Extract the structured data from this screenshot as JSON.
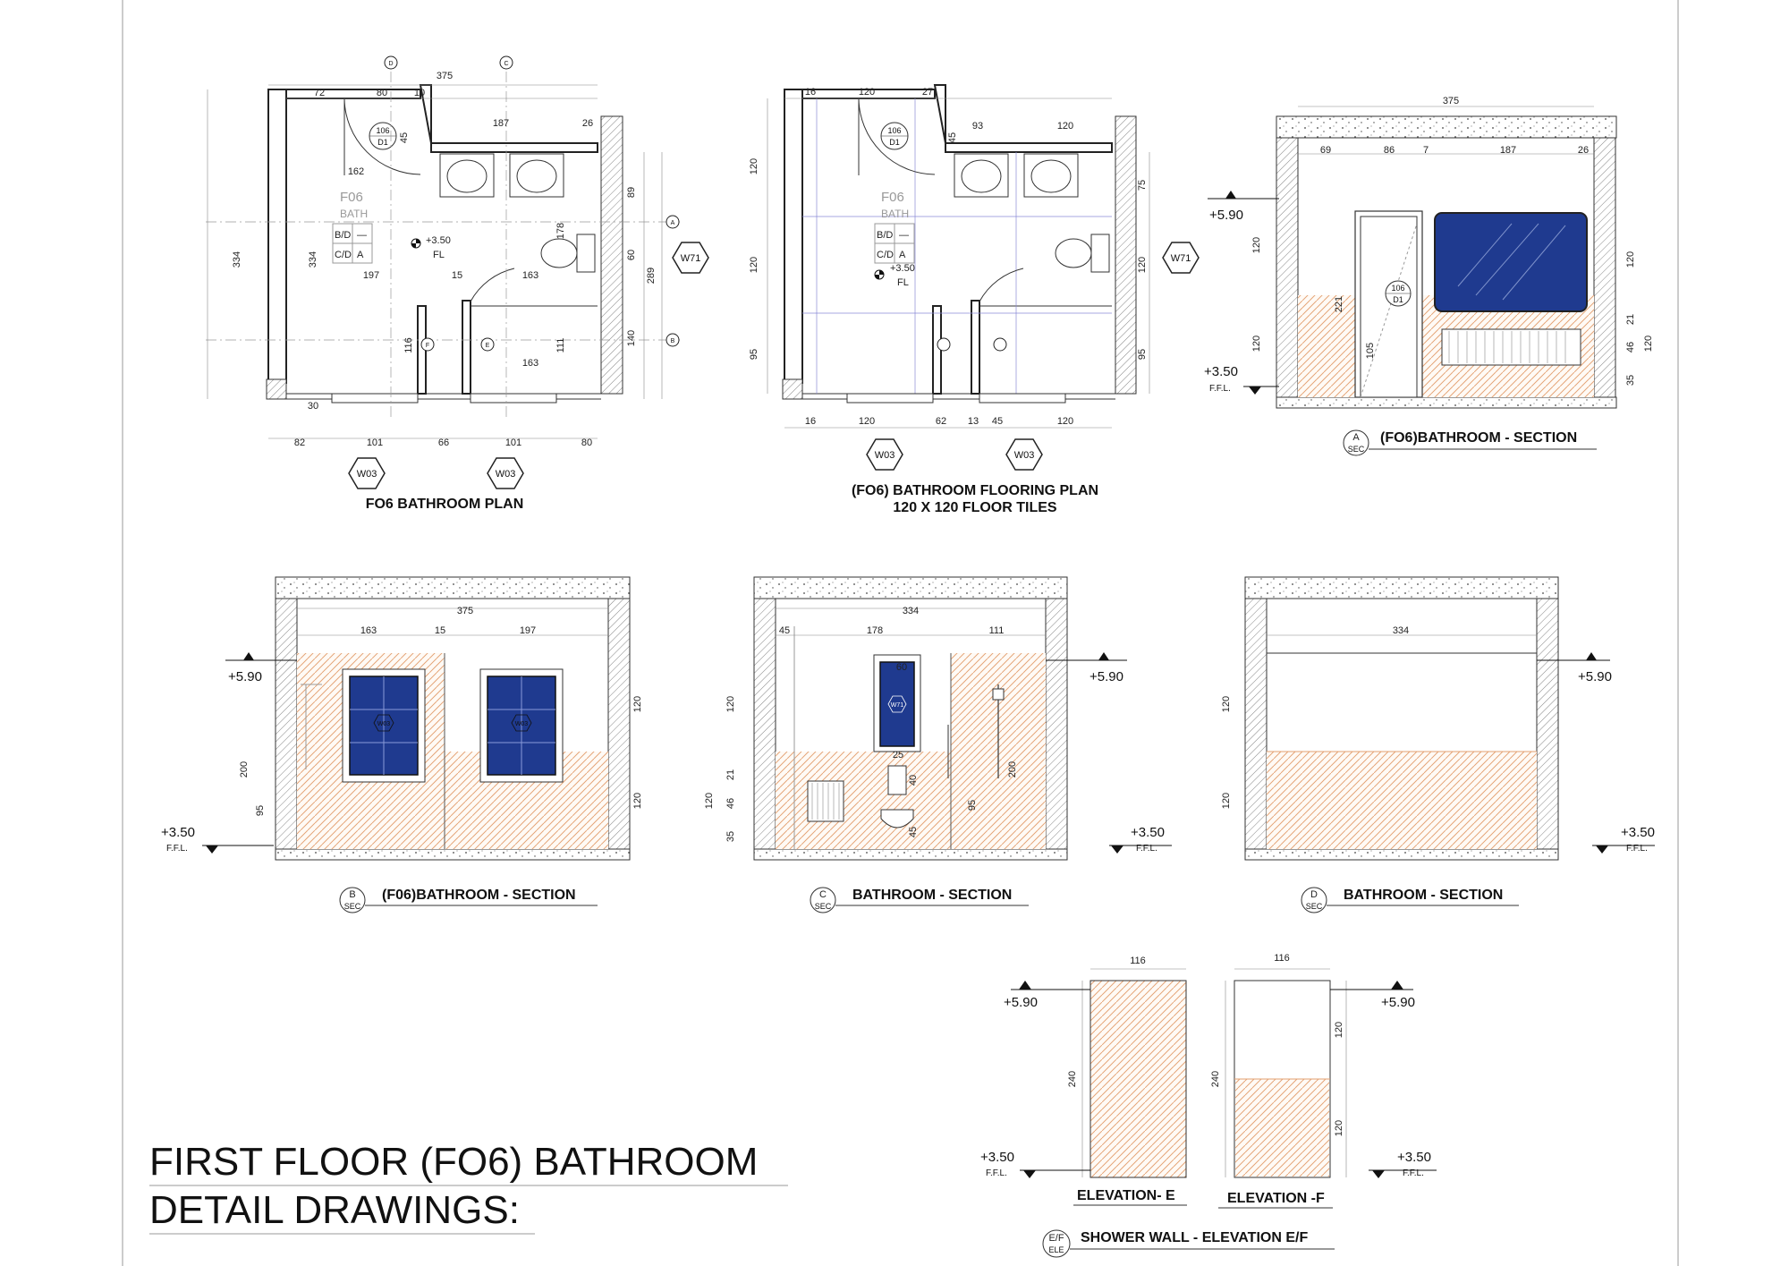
{
  "title": {
    "line1": "FIRST FLOOR  (FO6) BATHROOM",
    "line2": "DETAIL DRAWINGS:"
  },
  "colors": {
    "window": "#1f3a8f",
    "tile": "#e3a071",
    "line": "#222222"
  },
  "plan": {
    "caption": "FO6 BATHROOM PLAN",
    "room_name": "F06",
    "room_type": "BATH",
    "room_codes": [
      "B/D",
      "—",
      "C/D",
      "A"
    ],
    "level": "+3.50",
    "level_note": "FL",
    "door_tag": {
      "top": "106",
      "bottom": "D1"
    },
    "window_tags": [
      "W71",
      "W03",
      "W03"
    ],
    "grid_marks": [
      "D",
      "C",
      "A",
      "B",
      "F",
      "E"
    ],
    "dims": {
      "top_total": "375",
      "top": [
        "72",
        "80",
        "10",
        "187",
        "26"
      ],
      "left_total": "334",
      "inner_left": "334",
      "inner": [
        "162",
        "45",
        "197",
        "15",
        "163",
        "178",
        "116",
        "111",
        "163",
        "30"
      ],
      "right": [
        "89",
        "60",
        "140",
        "289"
      ],
      "bottom": [
        "82",
        "101",
        "66",
        "101",
        "80"
      ]
    }
  },
  "flooring": {
    "caption1": "(FO6) BATHROOM FLOORING PLAN",
    "caption2": "120 X 120 FLOOR TILES",
    "room_name": "F06",
    "room_type": "BATH",
    "room_codes": [
      "B/D",
      "—",
      "C/D",
      "A"
    ],
    "level": "+3.50",
    "level_note": "FL",
    "door_tag": {
      "top": "106",
      "bottom": "D1"
    },
    "window_tags": [
      "W71",
      "W03",
      "W03"
    ],
    "dims": {
      "top": [
        "16",
        "120",
        "27",
        "93",
        "120"
      ],
      "left": [
        "120",
        "120",
        "95"
      ],
      "right": [
        "75",
        "120",
        "95"
      ],
      "side": "45",
      "bottom": [
        "16",
        "120",
        "62",
        "13",
        "45",
        "120"
      ]
    }
  },
  "sectionA": {
    "tag": "A",
    "tag_sub": "SEC",
    "caption": "(FO6)BATHROOM - SECTION",
    "level_top": "+5.90",
    "level_bottom": "+3.50",
    "ffl": "F.F.L.",
    "door_tag": {
      "top": "106",
      "bottom": "D1"
    },
    "dims": {
      "total": "375",
      "top": [
        "69",
        "86",
        "7",
        "187",
        "26"
      ],
      "left": [
        "120",
        "120"
      ],
      "door": [
        "221",
        "105"
      ],
      "right": [
        "120",
        "21",
        "46",
        "35",
        "120"
      ]
    }
  },
  "sectionB": {
    "tag": "B",
    "tag_sub": "SEC",
    "caption": "(F06)BATHROOM - SECTION",
    "level_top": "+5.90",
    "level_bottom": "+3.50",
    "ffl": "F.F.L.",
    "window_tags": [
      "W03",
      "W03"
    ],
    "dims": {
      "total": "375",
      "top": [
        "163",
        "15",
        "197"
      ],
      "left": [
        "200",
        "95"
      ],
      "right": [
        "120",
        "120"
      ]
    }
  },
  "sectionC": {
    "tag": "C",
    "tag_sub": "SEC",
    "caption": "BATHROOM - SECTION",
    "level_top": "+5.90",
    "level_bottom": "+3.50",
    "ffl": "F.F.L.",
    "window_tag": "W71",
    "dims": {
      "total": "334",
      "top": [
        "45",
        "178",
        "111"
      ],
      "left": [
        "120",
        "21",
        "46",
        "35"
      ],
      "left_group": "120",
      "inner": [
        "60",
        "25",
        "40",
        "45",
        "95",
        "200"
      ]
    }
  },
  "sectionD": {
    "tag": "D",
    "tag_sub": "SEC",
    "caption": "BATHROOM - SECTION",
    "level_top": "+5.90",
    "level_bottom": "+3.50",
    "ffl": "F.F.L.",
    "dims": {
      "total": "334",
      "left": [
        "120",
        "120"
      ]
    }
  },
  "elevations": {
    "tag": "E/F",
    "tag_sub": "ELE",
    "caption": "SHOWER WALL - ELEVATION E/F",
    "e": {
      "caption": "ELEVATION- E",
      "width": "116",
      "height": "240",
      "level_top": "+5.90",
      "level_bottom": "+3.50",
      "ffl": "F.F.L."
    },
    "f": {
      "caption": "ELEVATION -F",
      "width": "116",
      "height": "240",
      "upper": "120",
      "lower": "120",
      "level_top": "+5.90",
      "level_bottom": "+3.50",
      "ffl": "F.F.L."
    }
  }
}
